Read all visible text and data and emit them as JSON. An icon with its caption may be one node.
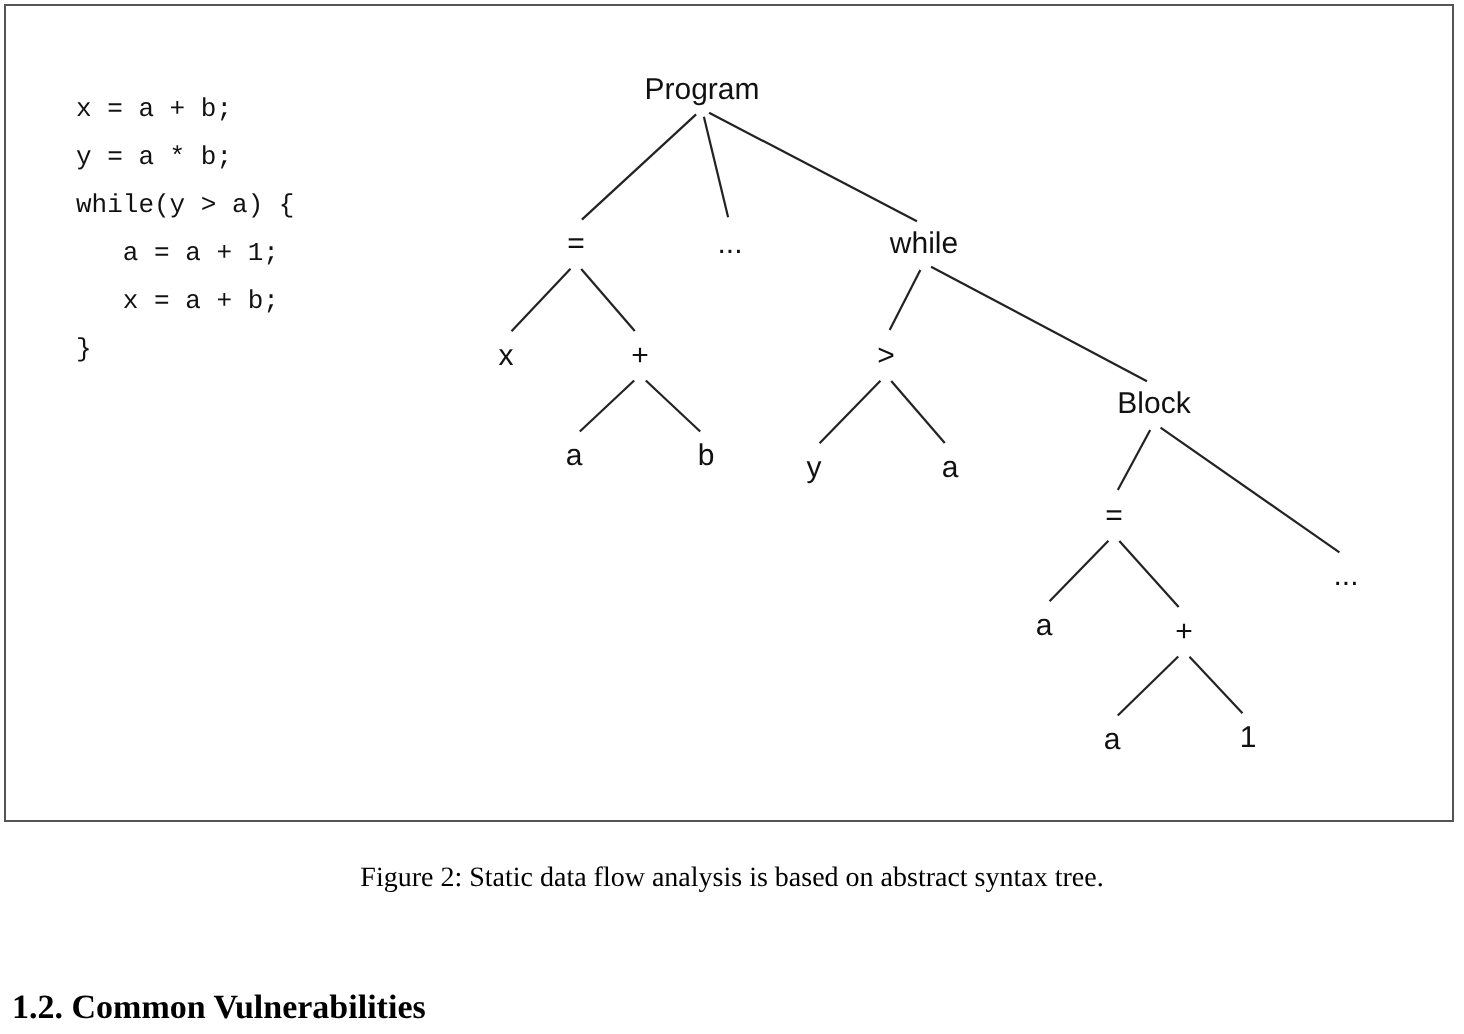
{
  "diagram": {
    "caption": "Figure 2: Static data flow analysis is based on abstract syntax tree.",
    "nodes": [
      {
        "text": [
          "Program"
        ]
      },
      {
        "text": [
          "="
        ]
      },
      {
        "text": [
          "..."
        ]
      },
      {
        "text": [
          "while"
        ]
      },
      {
        "text": [
          "x"
        ]
      },
      {
        "text": [
          "+"
        ]
      },
      {
        "text": [
          ">"
        ]
      },
      {
        "text": [
          "Block"
        ]
      },
      {
        "text": [
          "a"
        ]
      },
      {
        "text": [
          "b"
        ]
      },
      {
        "text": [
          "y"
        ]
      },
      {
        "text": [
          "a"
        ]
      },
      {
        "text": [
          "="
        ]
      },
      {
        "text": [
          "..."
        ]
      },
      {
        "text": [
          "a"
        ]
      },
      {
        "text": [
          "+"
        ]
      },
      {
        "text": [
          "a"
        ]
      },
      {
        "text": [
          "1"
        ]
      }
    ],
    "edges": [
      {
        "from": 0,
        "to": 1,
        "arrow": "none"
      },
      {
        "from": 0,
        "to": 2,
        "arrow": "none"
      },
      {
        "from": 0,
        "to": 3,
        "arrow": "none"
      },
      {
        "from": 1,
        "to": 4,
        "arrow": "none"
      },
      {
        "from": 1,
        "to": 5,
        "arrow": "none"
      },
      {
        "from": 5,
        "to": 8,
        "arrow": "none"
      },
      {
        "from": 5,
        "to": 9,
        "arrow": "none"
      },
      {
        "from": 3,
        "to": 6,
        "arrow": "none"
      },
      {
        "from": 3,
        "to": 7,
        "arrow": "none"
      },
      {
        "from": 6,
        "to": 10,
        "arrow": "none"
      },
      {
        "from": 6,
        "to": 11,
        "arrow": "none"
      },
      {
        "from": 7,
        "to": 12,
        "arrow": "none"
      },
      {
        "from": 7,
        "to": 13,
        "arrow": "none"
      },
      {
        "from": 12,
        "to": 14,
        "arrow": "none"
      },
      {
        "from": 12,
        "to": 15,
        "arrow": "none"
      },
      {
        "from": 15,
        "to": 16,
        "arrow": "none"
      },
      {
        "from": 15,
        "to": 17,
        "arrow": "none"
      }
    ],
    "labels": [
      "x = a + b;",
      "y = a * b;",
      "while(y > a) {",
      "   a = a + 1;",
      "   x = a + b;",
      "}",
      "1.2. Common Vulnerabilities"
    ]
  }
}
